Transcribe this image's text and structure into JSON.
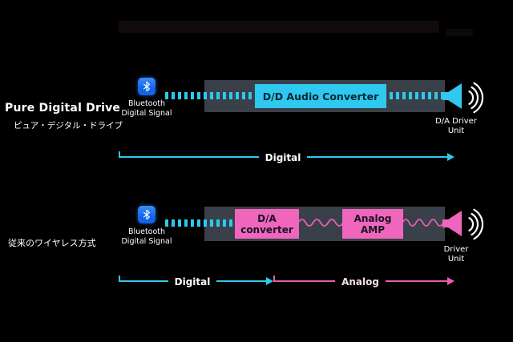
{
  "colors": {
    "cyan": "#2fc8ef",
    "pink": "#f066bd",
    "pink_line": "#e35fb2",
    "panel": "#3a4049",
    "bluetooth": "#1263e8",
    "text_dark": "#072733",
    "analog_label": "#f2dcec"
  },
  "row1": {
    "title": "Pure Digital Drive",
    "subtitle": "ピュア・デジタル・ドライブ",
    "bt_line1": "Bluetooth",
    "bt_line2": "Digital Signal",
    "converter": "D/D Audio Converter",
    "driver_line1": "D/A Driver",
    "driver_line2": "Unit",
    "flow_digital": "Digital"
  },
  "row2": {
    "title": "従来のワイヤレス方式",
    "bt_line1": "Bluetooth",
    "bt_line2": "Digital Signal",
    "block1_line1": "D/A",
    "block1_line2": "converter",
    "block2_line1": "Analog",
    "block2_line2": "AMP",
    "driver_line1": "Driver",
    "driver_line2": "Unit",
    "flow_digital": "Digital",
    "flow_analog": "Analog"
  }
}
